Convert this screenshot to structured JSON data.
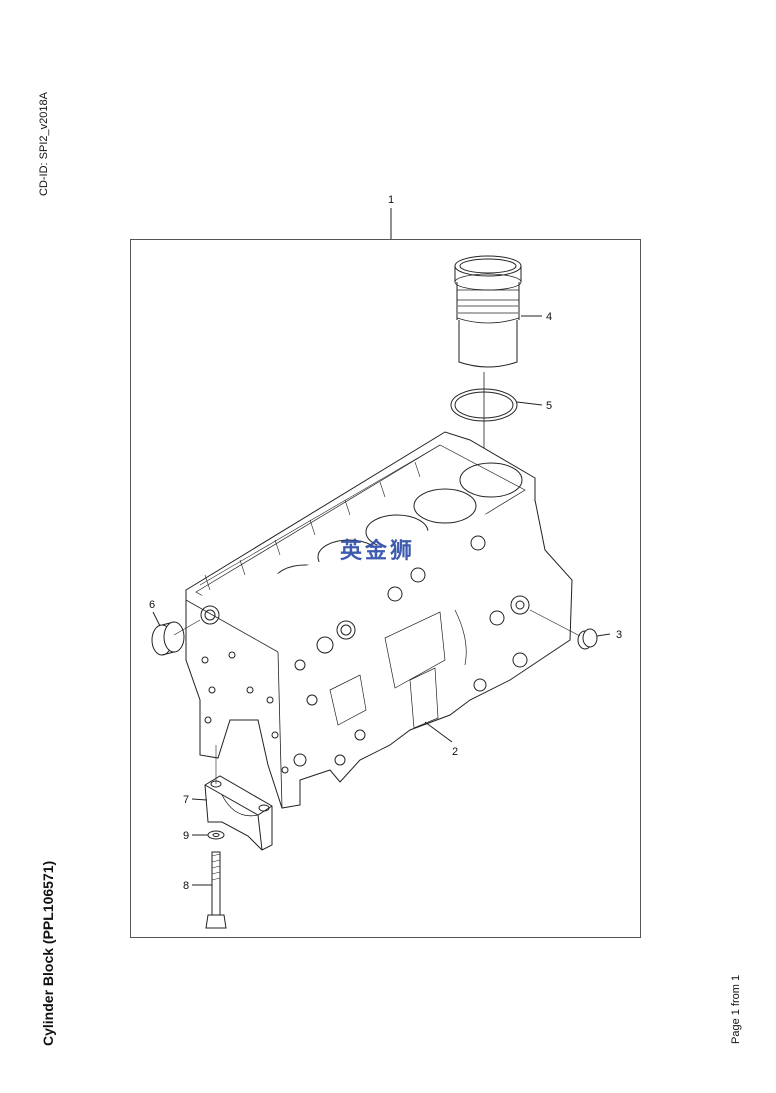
{
  "document": {
    "cd_id": "CD-ID: SPI2_v2018A",
    "title": "Cylinder Block (PPL106571)",
    "page_info": "Page 1 from 1"
  },
  "watermark": "英金狮",
  "callouts": [
    {
      "id": "1",
      "label": "1"
    },
    {
      "id": "2",
      "label": "2"
    },
    {
      "id": "3",
      "label": "3"
    },
    {
      "id": "4",
      "label": "4"
    },
    {
      "id": "5",
      "label": "5"
    },
    {
      "id": "6",
      "label": "6"
    },
    {
      "id": "7",
      "label": "7"
    },
    {
      "id": "8",
      "label": "8"
    },
    {
      "id": "9",
      "label": "9"
    }
  ]
}
